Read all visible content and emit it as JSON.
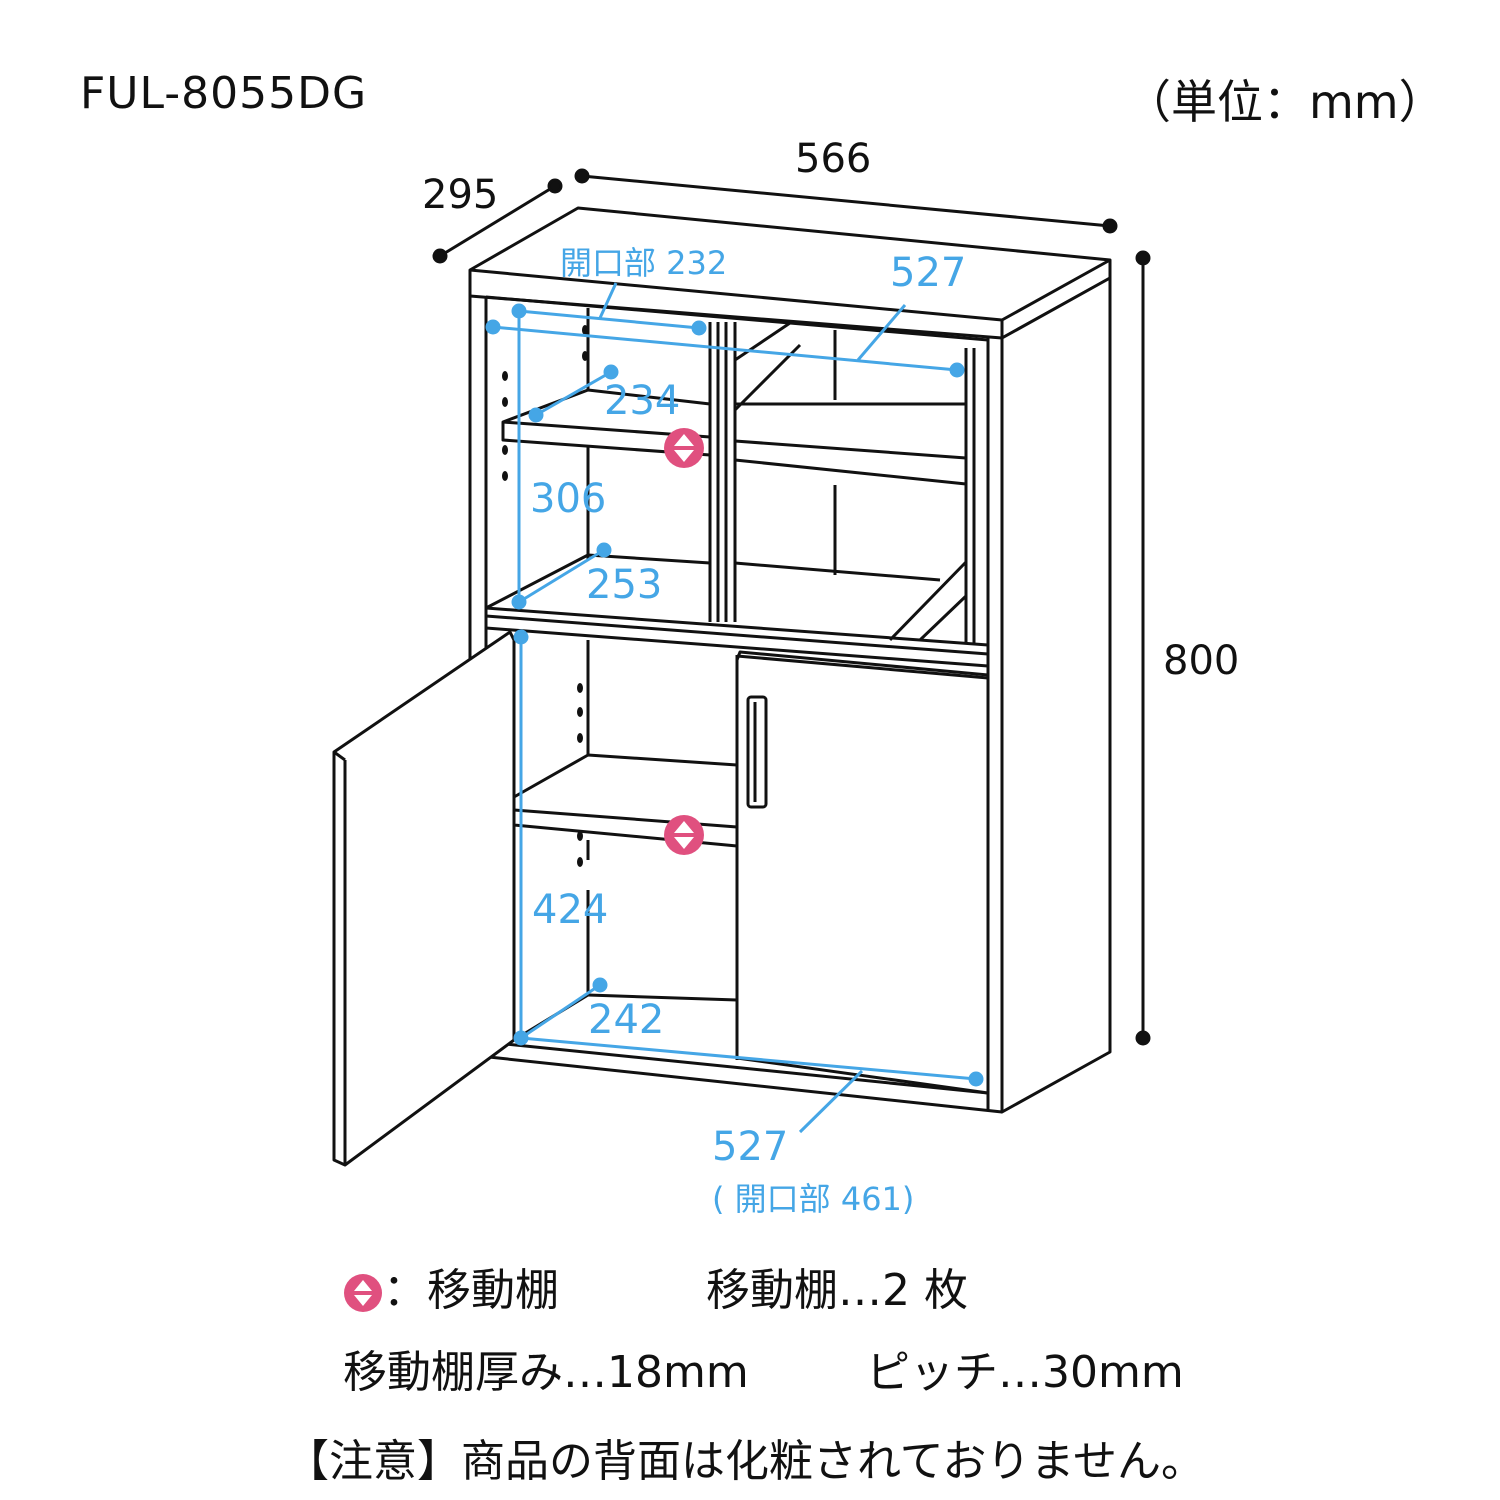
{
  "header": {
    "model": "FUL-8055DG",
    "unit": "（単位：mm）"
  },
  "colors": {
    "line": "#111111",
    "dimension_blue": "#45a6e6",
    "movable_shelf_pink": "#e0507f"
  },
  "outer_dimensions": {
    "width": "566",
    "depth": "295",
    "height": "800"
  },
  "inner_dimensions": {
    "upper_opening_label": "開口部 232",
    "upper_inner_width": "527",
    "upper_shelf_depth": "234",
    "upper_inner_height": "306",
    "upper_bottom_depth": "253",
    "lower_inner_height": "424",
    "lower_bottom_depth": "242",
    "lower_inner_width": "527",
    "lower_opening_label": "( 開口部 461)"
  },
  "legend": {
    "icon": "movable-shelf-icon",
    "icon_label": "：移動棚",
    "shelf_count": "移動棚…2 枚",
    "shelf_thickness": "移動棚厚み…18mm",
    "pitch": "ピッチ…30mm"
  },
  "note": "【注意】商品の背面は化粧されておりません。"
}
